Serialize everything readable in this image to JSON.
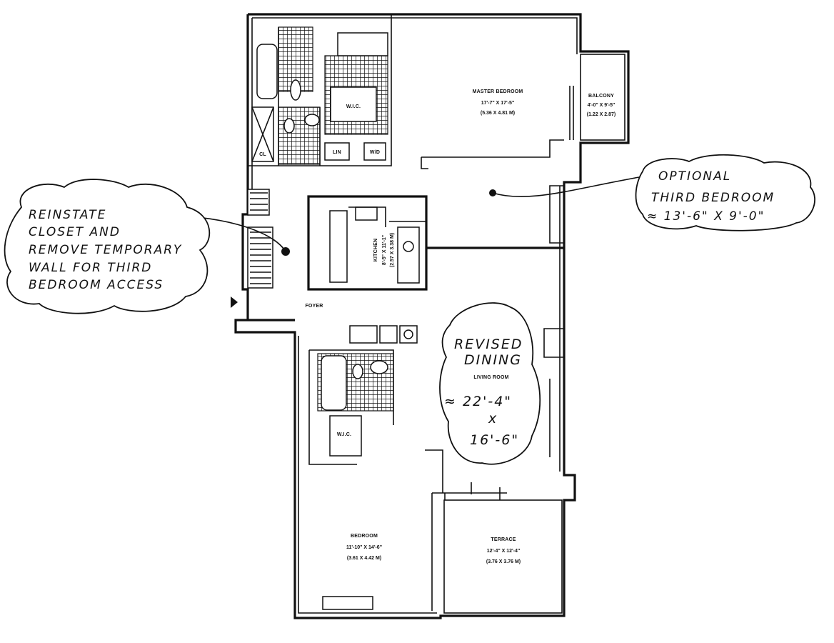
{
  "rooms": {
    "master_bedroom": {
      "name": "MASTER BEDROOM",
      "dim1": "17'-7\" X 17'-5\"",
      "dim2": "(5.36 X 4.81 M)"
    },
    "balcony": {
      "name": "BALCONY",
      "dim1": "4'-0\" X 9'-5\"",
      "dim2": "(1.22 X 2.87)"
    },
    "kitchen": {
      "name": "KITCHEN",
      "dim1": "8'-5\" X 11'-1\"",
      "dim2": "(2.57 X 3.38 M)"
    },
    "foyer": {
      "name": "FOYER"
    },
    "living_room": {
      "name": "LIVING ROOM"
    },
    "bedroom": {
      "name": "BEDROOM",
      "dim1": "11'-10\" X 14'-6\"",
      "dim2": "(3.61 X 4.42 M)"
    },
    "terrace": {
      "name": "TERRACE",
      "dim1": "12'-4\" X 12'-4\"",
      "dim2": "(3.76 X 3.76 M)"
    },
    "wic_top": "W.I.C.",
    "wic_bottom": "W.I.C.",
    "linen": "LIN",
    "wd": "W/D",
    "closet": "CL"
  },
  "annotations": {
    "left_note": [
      "REINSTATE",
      "CLOSET AND",
      "REMOVE TEMPORARY",
      "WALL FOR THIRD",
      "BEDROOM ACCESS"
    ],
    "right_note": [
      "OPTIONAL",
      "THIRD BEDROOM",
      "≈ 13'-6\" X 9'-0\""
    ],
    "dining_note": [
      "REVISED",
      "DINING"
    ],
    "living_dims": [
      "≈ 22'-4\"",
      "x",
      "16'-6\""
    ]
  },
  "icons": {
    "entry_arrow": "entry-arrow-icon",
    "leader_dot": "leader-dot-icon"
  },
  "colors": {
    "ink": "#111111",
    "paper": "#ffffff"
  }
}
